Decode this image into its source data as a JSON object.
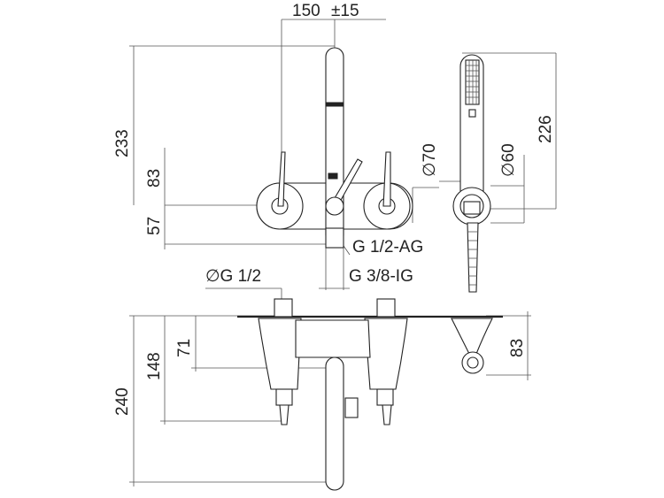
{
  "dimensions": {
    "spout_projection": "150",
    "spout_tolerance": "±15",
    "height_233": "233",
    "height_83": "83",
    "height_57": "57",
    "rosette_dia_70": "∅70",
    "rosette_dia_60": "∅60",
    "shower_length": "226",
    "thread_outer": "G 1/2-AG",
    "thread_inner": "G 3/8-IG",
    "thread_g12": "∅G 1/2",
    "plan_240": "240",
    "plan_148": "148",
    "plan_71": "71",
    "plan_83": "83"
  }
}
